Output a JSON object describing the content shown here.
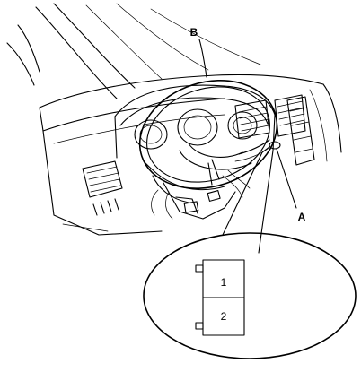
{
  "labels": {
    "callout_a": "A",
    "callout_b": "B"
  },
  "connector": {
    "pins": [
      "1",
      "2"
    ]
  }
}
